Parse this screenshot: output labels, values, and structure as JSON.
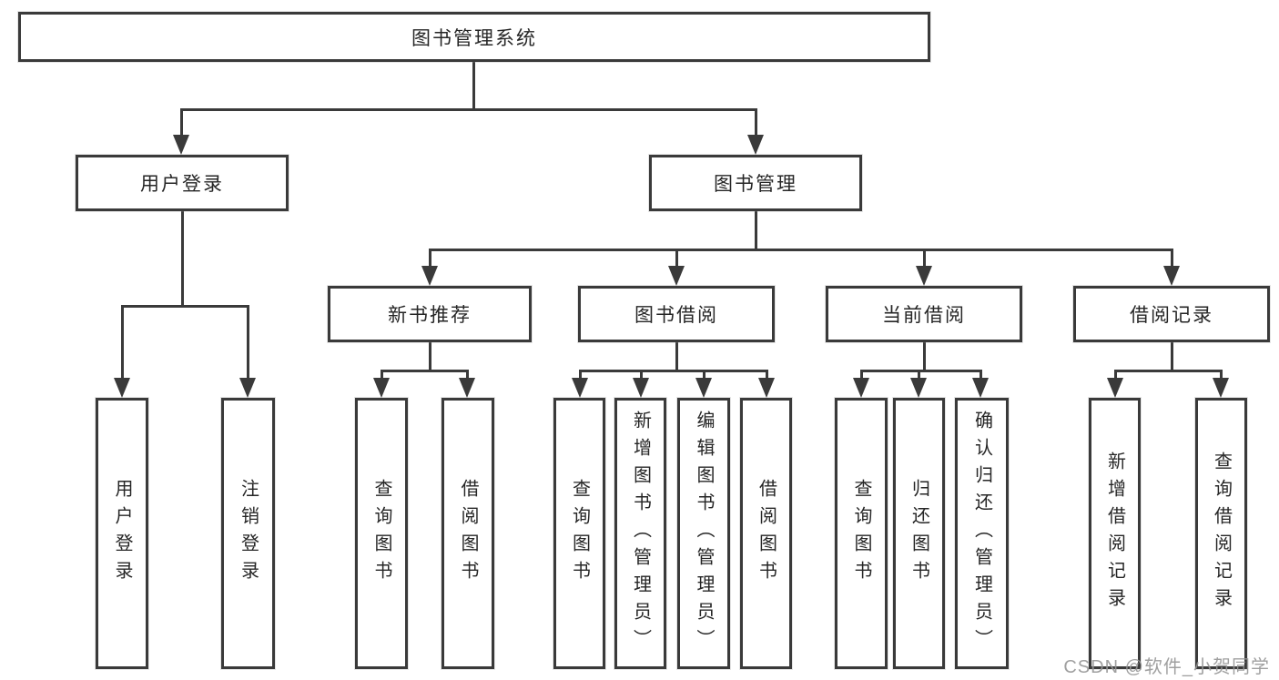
{
  "tree": {
    "root": {
      "label": "图书管理系统"
    },
    "branches": [
      {
        "label": "用户登录",
        "children": [
          {
            "label": "用户登录"
          },
          {
            "label": "注销登录"
          }
        ]
      },
      {
        "label": "图书管理",
        "children": [
          {
            "label": "新书推荐",
            "children": [
              {
                "label": "查询图书"
              },
              {
                "label": "借阅图书"
              }
            ]
          },
          {
            "label": "图书借阅",
            "children": [
              {
                "label": "查询图书"
              },
              {
                "label": "新增图书（管理员）"
              },
              {
                "label": "编辑图书（管理员）"
              },
              {
                "label": "借阅图书"
              }
            ]
          },
          {
            "label": "当前借阅",
            "children": [
              {
                "label": "查询图书"
              },
              {
                "label": "归还图书"
              },
              {
                "label": "确认归还（管理员）"
              }
            ]
          },
          {
            "label": "借阅记录",
            "children": [
              {
                "label": "新增借阅记录"
              },
              {
                "label": "查询借阅记录"
              }
            ]
          }
        ]
      }
    ]
  },
  "watermark": {
    "text": "CSDN @软件_小贺同学"
  },
  "colors": {
    "line": "#3a3a3a",
    "ink": "#262626",
    "watermark": "#969696",
    "bg": "#ffffff"
  }
}
